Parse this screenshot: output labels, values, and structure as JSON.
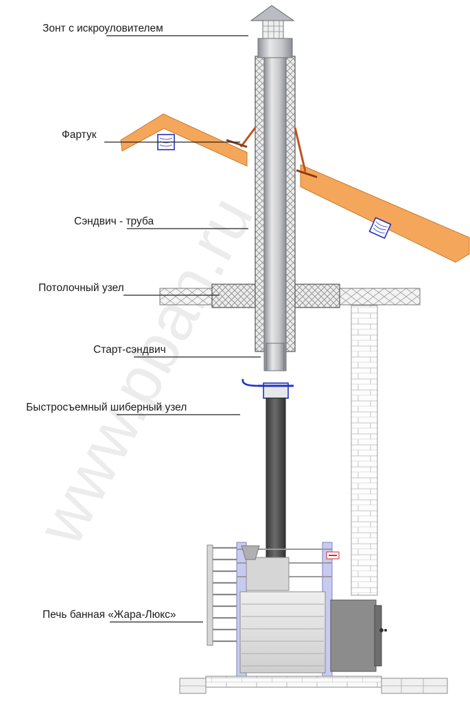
{
  "labels": {
    "umbrella": "Зонт с искроуловителем",
    "apron": "Фартук",
    "sandwich_pipe": "Сэндвич - труба",
    "ceiling_unit": "Потолочный узел",
    "start_sandwich": "Старт-сэндвич",
    "damper": "Быстросъемный шиберный узел",
    "stove": "Печь банная «Жара-Люкс»"
  },
  "watermark": "www.pban.ru",
  "colors": {
    "roof": "#f4a65a",
    "steel": "#b9bcc1",
    "insulation": "#e4e4e4",
    "stove_pipe": "#545454",
    "damper": "#1d34c8",
    "frame": "#c8cbf0"
  }
}
